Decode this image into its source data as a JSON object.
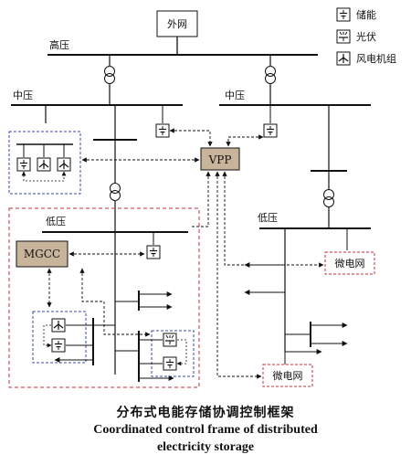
{
  "labels": {
    "grid": "外网",
    "hv": "高压",
    "mv_left": "中压",
    "mv_right": "中压",
    "lv_left": "低压",
    "lv_right": "低压",
    "vpp": "VPP",
    "mgcc": "MGCC",
    "microgrid_a": "微电网",
    "microgrid_b": "微电网"
  },
  "legend": {
    "storage": "储能",
    "pv": "光伏",
    "wind": "风电机组"
  },
  "caption": {
    "zh": "分布式电能存储协调控制框架",
    "en_line1": "Coordinated control frame of distributed",
    "en_line2": "electricity storage"
  },
  "colors": {
    "line": "#111111",
    "dashed_red": "#c8323c",
    "dashed_blue": "#3a4aa8",
    "controller_fill": "#c7b49a"
  }
}
